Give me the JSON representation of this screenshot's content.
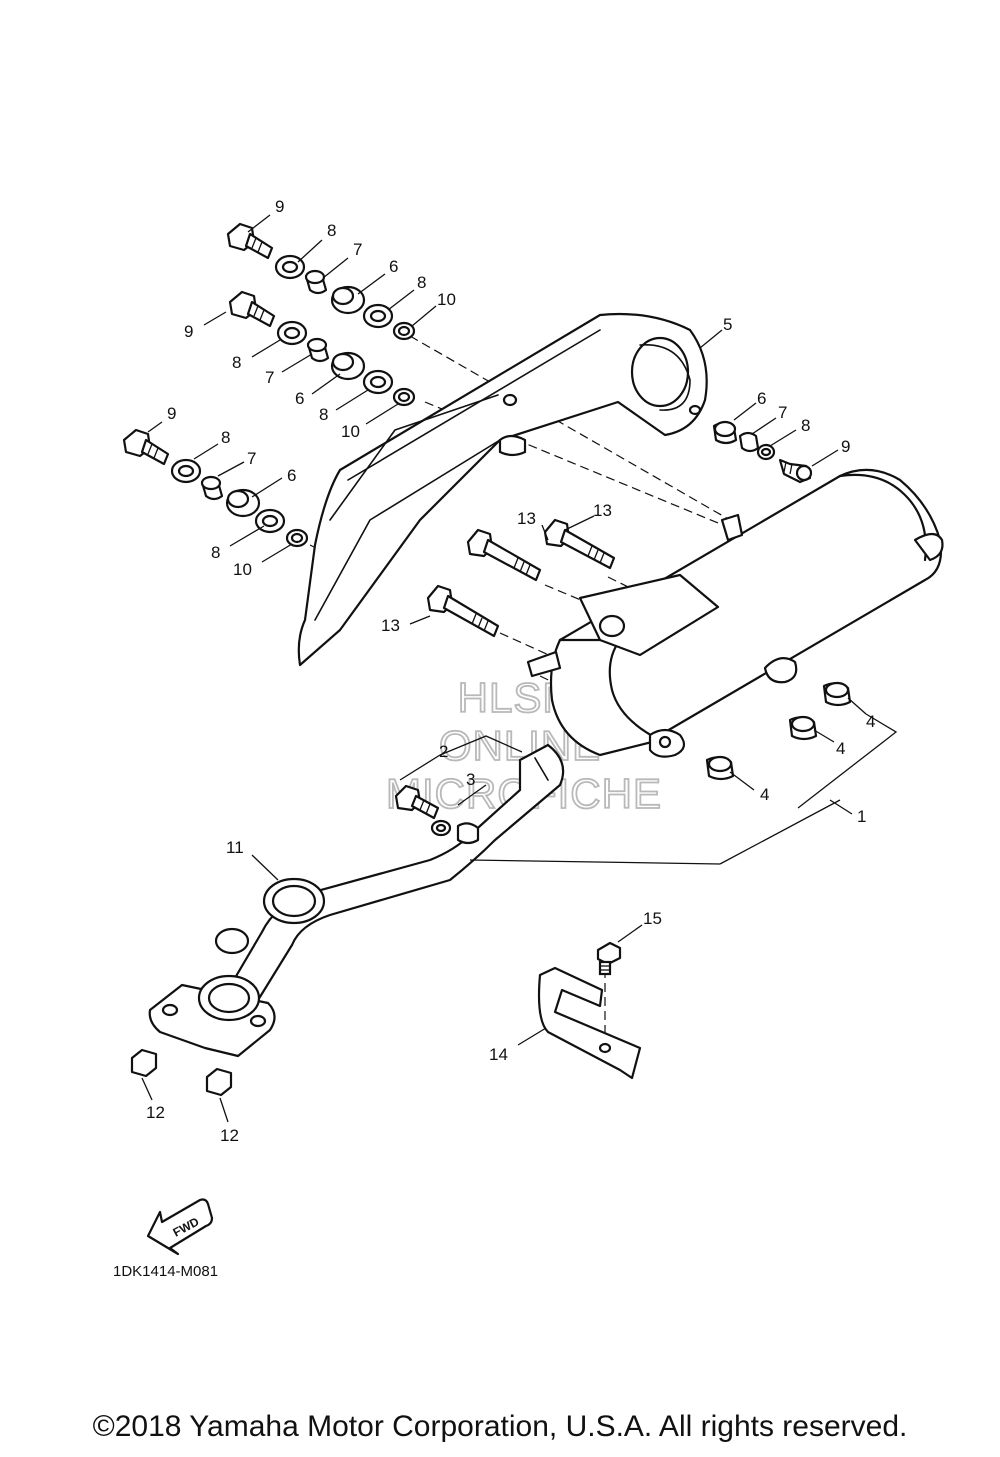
{
  "diagram_code": "1DK1414-M081",
  "copyright": "©2018 Yamaha Motor Corporation, U.S.A. All rights reserved.",
  "watermark": [
    "HLSM",
    "ONLINE",
    "MICROFICHE"
  ],
  "fwd_label": "FWD",
  "callouts": {
    "c1": "1",
    "c2": "2",
    "c3": "3",
    "c4a": "4",
    "c4b": "4",
    "c4c": "4",
    "c5": "5",
    "c6a": "6",
    "c6b": "6",
    "c6c": "6",
    "c6d": "6",
    "c7a": "7",
    "c7b": "7",
    "c7c": "7",
    "c7d": "7",
    "c8a": "8",
    "c8b": "8",
    "c8c": "8",
    "c8d": "8",
    "c8e": "8",
    "c8f": "8",
    "c8g": "8",
    "c9a": "9",
    "c9b": "9",
    "c9c": "9",
    "c9d": "9",
    "c10a": "10",
    "c10b": "10",
    "c10c": "10",
    "c11": "11",
    "c12a": "12",
    "c12b": "12",
    "c13a": "13",
    "c13b": "13",
    "c13c": "13",
    "c14": "14",
    "c15": "15"
  }
}
